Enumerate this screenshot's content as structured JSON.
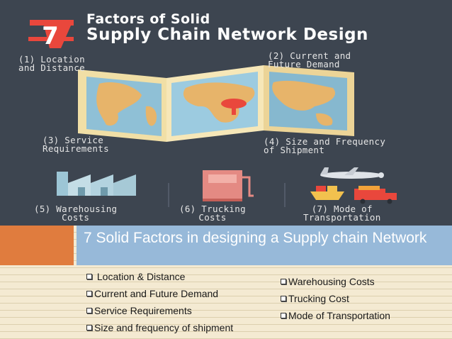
{
  "infographic": {
    "number": "7",
    "title_line1": "Factors of Solid",
    "title_line2": "Supply Chain Network Design",
    "factors": [
      "(1) Location\nand Distance",
      "(2) Current and\nFuture Demand",
      "(3) Service\nRequirements",
      "(4) Size and Frequency\nof Shipment",
      "(5) Warehousing\nCosts",
      "(6) Trucking\nCosts",
      "(7) Mode of\nTransportation"
    ],
    "icons": [
      "world-map-icon",
      "location-pin-icon",
      "warehouse-icon",
      "fuel-pump-icon",
      "airplane-icon",
      "ship-icon",
      "truck-icon"
    ]
  },
  "slide": {
    "title": "7 Solid Factors in designing a Supply chain Network",
    "left_bullets": [
      " Location & Distance",
      "Current and Future Demand",
      "Service Requirements",
      "Size and frequency of shipment"
    ],
    "right_bullets": [
      "Warehousing Costs",
      "Trucking Cost",
      "Mode of Transportation"
    ]
  },
  "colors": {
    "infographic_bg": "#3d4550",
    "title_number_red": "#e9473c",
    "map_paper": "#f1dfa6",
    "map_land": "#e7b46a",
    "map_water": "#8fc0d6",
    "title_band": "#97b9d9",
    "accent_orange": "#e07c3e",
    "slide_bg": "#f4ead2"
  }
}
